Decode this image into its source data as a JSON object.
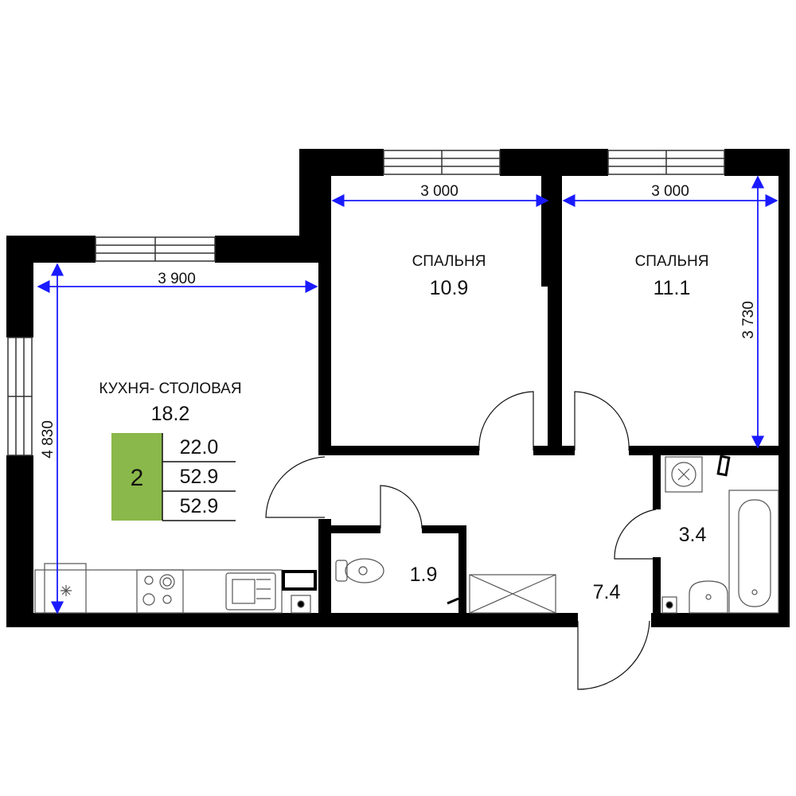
{
  "rooms": {
    "kitchen": {
      "name": "КУХНЯ- СТОЛОВАЯ",
      "area": "18.2"
    },
    "bedroom_left": {
      "name": "СПАЛЬНЯ",
      "area": "10.9"
    },
    "bedroom_right": {
      "name": "СПАЛЬНЯ",
      "area": "11.1"
    },
    "wc": {
      "area": "1.9"
    },
    "bathroom": {
      "area": "3.4"
    },
    "hall": {
      "area": "7.4"
    }
  },
  "dimensions": {
    "kitchen_width": "3 900",
    "kitchen_depth": "4 830",
    "bedroom_left_width": "3 000",
    "bedroom_right_width": "3 000",
    "bedroom_right_depth": "3 730"
  },
  "summary": {
    "rooms_count": "2",
    "living_area": "22.0",
    "total_area": "52.9",
    "total_area_2": "52.9"
  },
  "colors": {
    "wall": "#000000",
    "dimension": "#1a1aff",
    "badge": "#8ab84a",
    "fixture_stroke": "#555555"
  }
}
